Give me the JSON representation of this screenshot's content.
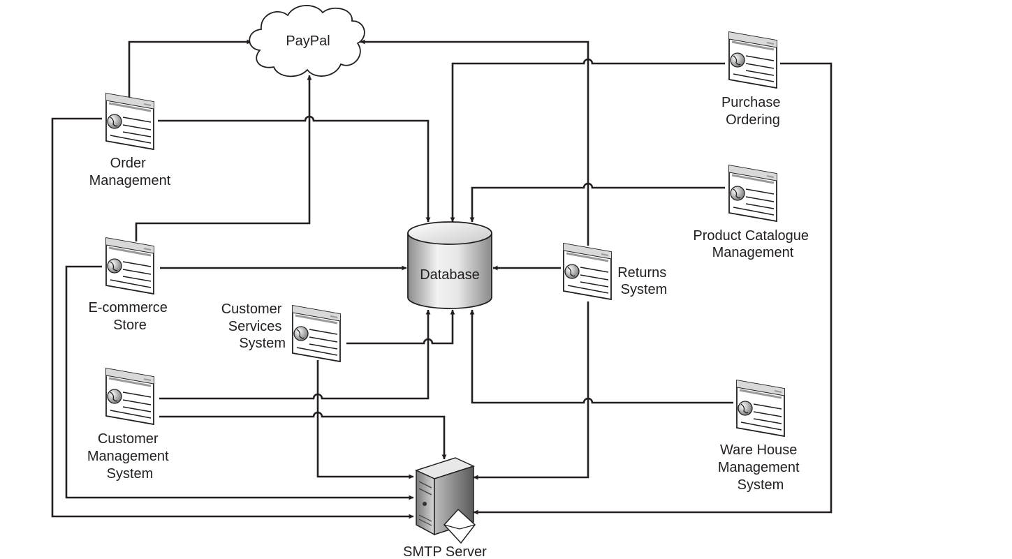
{
  "nodes": {
    "paypal": {
      "label": "PayPal"
    },
    "database": {
      "label": "Database"
    },
    "smtp": {
      "label": "SMTP Server"
    },
    "order_management": {
      "label": [
        "Order",
        "Management"
      ]
    },
    "ecommerce_store": {
      "label": [
        "E-commerce",
        "Store"
      ]
    },
    "customer_services": {
      "label": [
        "Customer",
        "Services",
        "System"
      ]
    },
    "customer_management": {
      "label": [
        "Customer",
        "Management",
        "System"
      ]
    },
    "returns_system": {
      "label": [
        "Returns",
        "System"
      ]
    },
    "purchase_ordering": {
      "label": [
        "Purchase",
        "Ordering"
      ]
    },
    "product_catalogue": {
      "label": [
        "Product Catalogue",
        "Management"
      ]
    },
    "warehouse_management": {
      "label": [
        "Ware House",
        "Management",
        "System"
      ]
    }
  },
  "edges": [
    {
      "from": "Order Management",
      "to": "PayPal"
    },
    {
      "from": "Order Management",
      "to": "Database"
    },
    {
      "from": "Order Management",
      "to": "SMTP Server"
    },
    {
      "from": "E-commerce Store",
      "to": "PayPal"
    },
    {
      "from": "E-commerce Store",
      "to": "Database"
    },
    {
      "from": "E-commerce Store",
      "to": "SMTP Server"
    },
    {
      "from": "Customer Services System",
      "to": "Database"
    },
    {
      "from": "Customer Services System",
      "to": "SMTP Server"
    },
    {
      "from": "Customer Management System",
      "to": "Database"
    },
    {
      "from": "Customer Management System",
      "to": "SMTP Server"
    },
    {
      "from": "Returns System",
      "to": "Database"
    },
    {
      "from": "Returns System",
      "to": "PayPal"
    },
    {
      "from": "Returns System",
      "to": "SMTP Server"
    },
    {
      "from": "Purchase Ordering",
      "to": "Database"
    },
    {
      "from": "Purchase Ordering",
      "to": "SMTP Server"
    },
    {
      "from": "Product Catalogue Management",
      "to": "Database"
    },
    {
      "from": "Ware House Management System",
      "to": "Database"
    }
  ],
  "colors": {
    "line": "#231f20",
    "shade_dark": "#8a8a8a",
    "shade_light": "#f2f2f2"
  },
  "icons": {
    "system": "web-page-icon",
    "database": "database-cylinder-icon",
    "paypal": "cloud-icon",
    "smtp": "mail-server-icon"
  }
}
